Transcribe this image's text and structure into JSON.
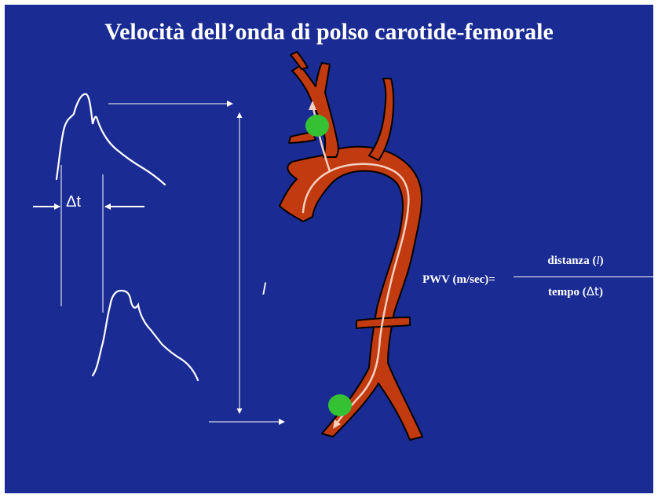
{
  "title": "Velocità dell’onda di polso carotide-femorale",
  "labels": {
    "delta_t": "Δt",
    "distance_symbol": "l"
  },
  "formula": {
    "lhs": "PWV (m/sec)=",
    "numerator_word": "distanza",
    "numerator_symbol": "l",
    "denominator_word": "tempo",
    "denominator_symbol": "Δt"
  },
  "colors": {
    "background": "#1a2c94",
    "artery": "#c23a10",
    "sensor": "#34c234",
    "path": "#f4d0c0",
    "lines": "#ffffff"
  }
}
